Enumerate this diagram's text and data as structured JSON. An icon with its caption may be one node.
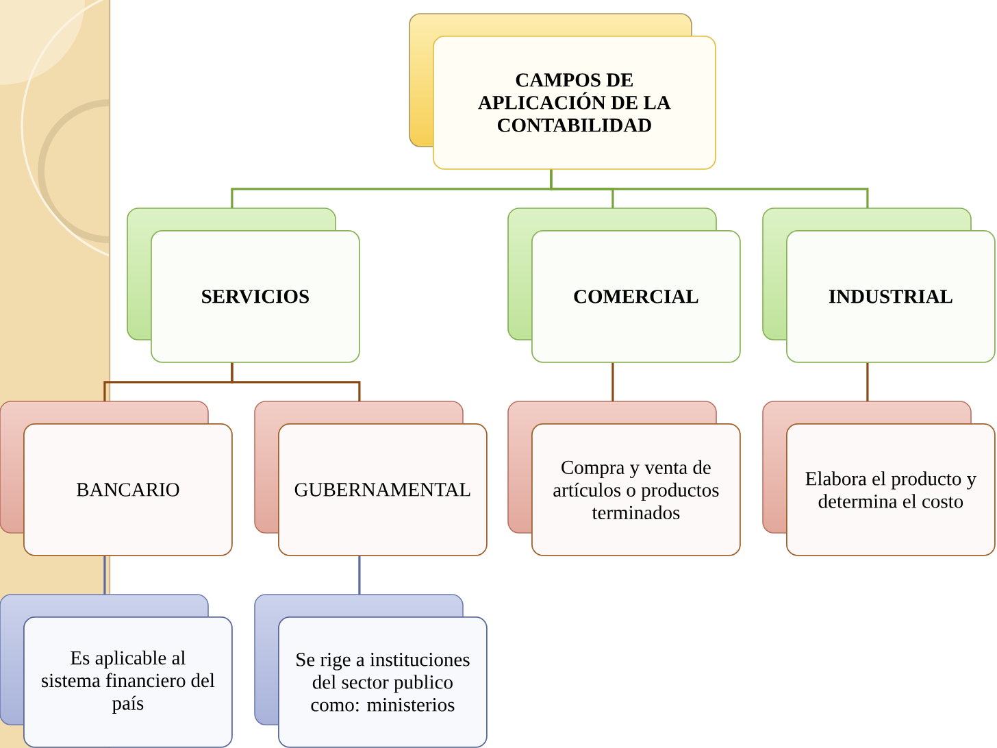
{
  "diagram": {
    "nodes": [
      {
        "text": [
          "CAMPOS DE APLICACIÓN DE LA CONTABILIDAD"
        ]
      },
      {
        "text": [
          "SERVICIOS"
        ]
      },
      {
        "text": [
          "COMERCIAL"
        ]
      },
      {
        "text": [
          "INDUSTRIAL"
        ]
      },
      {
        "text": [
          "BANCARIO"
        ]
      },
      {
        "text": [
          "GUBERNAMENTAL"
        ]
      },
      {
        "text": [
          "Compra y venta de artículos o productos terminados"
        ]
      },
      {
        "text": [
          "Elabora el producto y determina el costo"
        ]
      },
      {
        "text": [
          "Es aplicable al sistema financiero del país"
        ]
      },
      {
        "text": [
          "Se rige a instituciones del sector publico como: ministerios"
        ]
      }
    ],
    "edges": [
      {
        "from": 0,
        "to": 1,
        "arrow": "none",
        "color": "#76a33a"
      },
      {
        "from": 0,
        "to": 2,
        "arrow": "none",
        "color": "#76a33a"
      },
      {
        "from": 0,
        "to": 3,
        "arrow": "none",
        "color": "#76a33a"
      },
      {
        "from": 1,
        "to": 4,
        "arrow": "none"
      },
      {
        "from": 1,
        "to": 5,
        "arrow": "none"
      },
      {
        "from": 2,
        "to": 6,
        "arrow": "none"
      },
      {
        "from": 3,
        "to": 7,
        "arrow": "none"
      },
      {
        "from": 4,
        "to": 8,
        "arrow": "none",
        "color": "#5a6a9c"
      },
      {
        "from": 5,
        "to": 9,
        "arrow": "none",
        "color": "#5a6a9c"
      }
    ]
  }
}
